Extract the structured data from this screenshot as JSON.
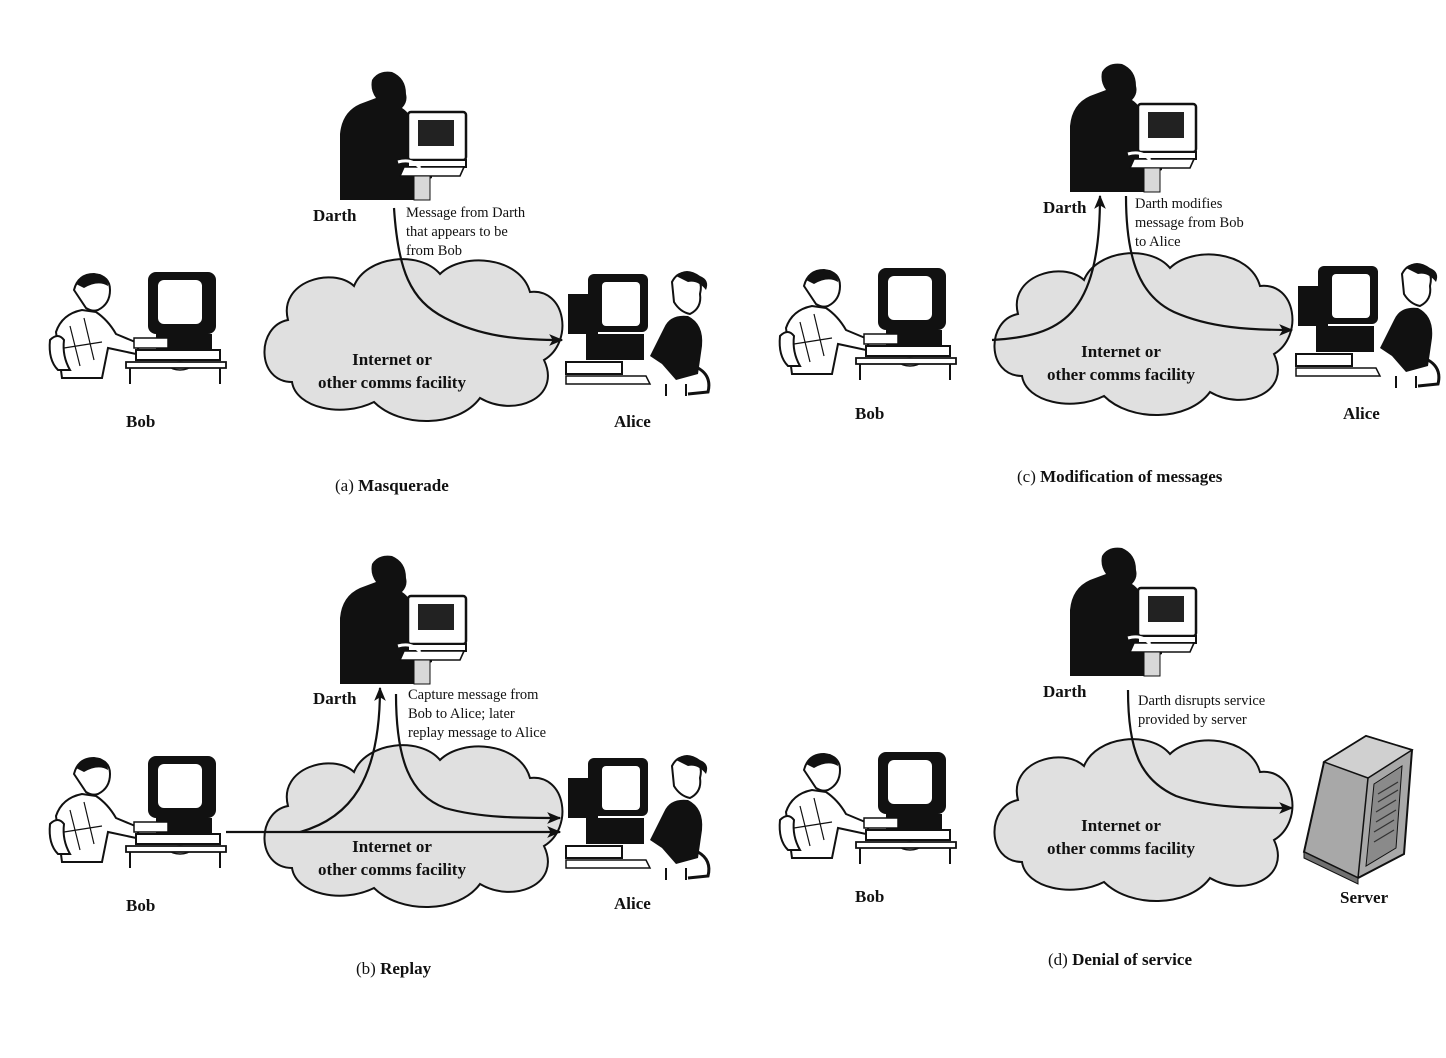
{
  "colors": {
    "ink": "#111111",
    "cloud_fill": "#e0e0e0",
    "server_fill": "#9a9a9a"
  },
  "panels": {
    "a": {
      "caption_prefix": "(a)",
      "caption_title": "Masquerade",
      "attacker": "Darth",
      "sender": "Bob",
      "receiver": "Alice",
      "note": [
        "Message from Darth",
        "that appears to be",
        "from Bob"
      ],
      "cloud": [
        "Internet or",
        "other comms facility"
      ]
    },
    "b": {
      "caption_prefix": "(b)",
      "caption_title": "Replay",
      "attacker": "Darth",
      "sender": "Bob",
      "receiver": "Alice",
      "note": [
        "Capture message from",
        "Bob to Alice; later",
        "replay message to Alice"
      ],
      "cloud": [
        "Internet or",
        "other comms facility"
      ]
    },
    "c": {
      "caption_prefix": "(c)",
      "caption_title": "Modification of messages",
      "attacker": "Darth",
      "sender": "Bob",
      "receiver": "Alice",
      "note": [
        "Darth modifies",
        "message from Bob",
        "to Alice"
      ],
      "cloud": [
        "Internet or",
        "other comms facility"
      ]
    },
    "d": {
      "caption_prefix": "(d)",
      "caption_title": "Denial of service",
      "attacker": "Darth",
      "sender": "Bob",
      "receiver": "Server",
      "note": [
        "Darth disrupts service",
        "provided by server"
      ],
      "cloud": [
        "Internet or",
        "other comms facility"
      ]
    }
  },
  "icons": [
    "darth-computer-icon",
    "bob-computer-icon",
    "alice-computer-icon",
    "server-icon",
    "cloud-icon"
  ]
}
